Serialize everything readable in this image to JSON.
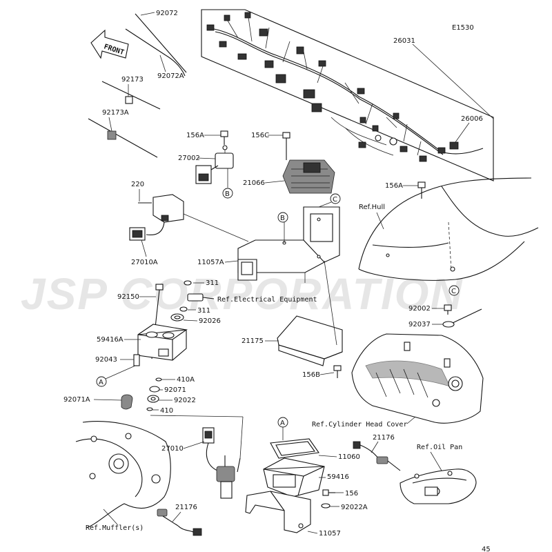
{
  "diagram_code": "E1530",
  "front_label": "FRONT",
  "watermark": "JSP CORPORATION",
  "page_number": "45",
  "parts": {
    "p92072": "92072",
    "p92072A": "92072A",
    "p92173": "92173",
    "p92173A": "92173A",
    "p26031": "26031",
    "p26006": "26006",
    "p156A_top": "156A",
    "p27002": "27002",
    "p156C": "156C",
    "p21066": "21066",
    "p220": "220",
    "p27010A": "27010A",
    "p11057A": "11057A",
    "p156A_hull": "156A",
    "p311_top": "311",
    "p311_bot": "311",
    "p92150": "92150",
    "p92026": "92026",
    "p59416A": "59416A",
    "p92043": "92043",
    "p92071A": "92071A",
    "p410A": "410A",
    "p92071": "92071",
    "p92022": "92022",
    "p410": "410",
    "p21175": "21175",
    "p156B": "156B",
    "p92002": "92002",
    "p92037": "92037",
    "p27010": "27010",
    "p11060": "11060",
    "p59416": "59416",
    "p156": "156",
    "p92022A": "92022A",
    "p11057": "11057",
    "p21176_left": "21176",
    "p21176_right": "21176"
  },
  "refs": {
    "hull": "Ref.Hull",
    "electrical": "Ref.Electrical Equipment",
    "cylinder_head": "Ref.Cylinder Head Cover",
    "oil_pan": "Ref.Oil Pan",
    "muffler": "Ref.Muffler(s)"
  },
  "callouts": {
    "b1": "B",
    "b2": "B",
    "c1": "C",
    "c2": "C",
    "a1": "A",
    "a2": "A"
  }
}
